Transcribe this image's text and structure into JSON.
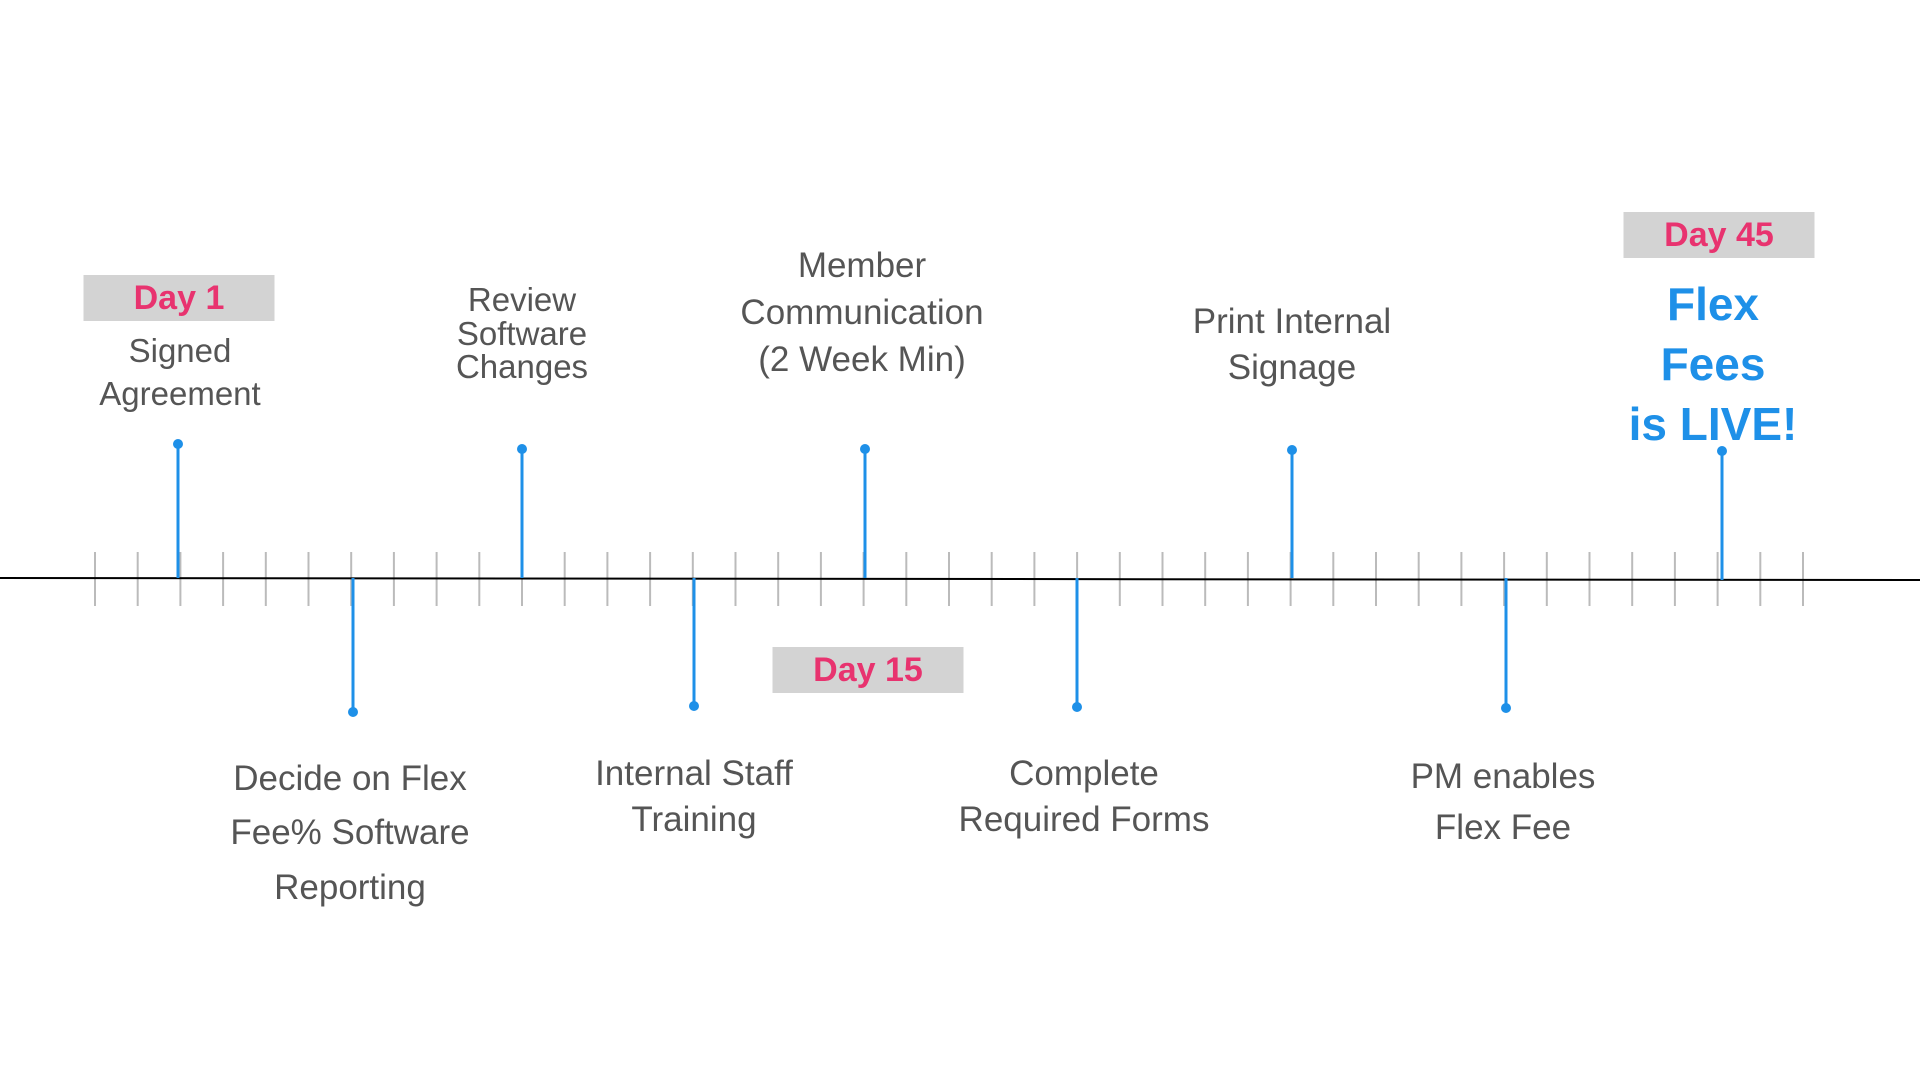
{
  "milestones_above": [
    {
      "label": "Signed\nAgreement"
    },
    {
      "label": "Review\nSoftware\nChanges"
    },
    {
      "label": "Member\nCommunication\n(2 Week Min)"
    },
    {
      "label": "Print Internal\nSignage"
    }
  ],
  "milestones_below": [
    {
      "label": "Decide on Flex\nFee% Software\nReporting"
    },
    {
      "label": "Internal Staff\nTraining"
    },
    {
      "label": "Complete\nRequired Forms"
    },
    {
      "label": "PM enables\nFlex Fee"
    }
  ],
  "badges": {
    "day1": "Day 1",
    "day15": "Day 15",
    "day45": "Day 45"
  },
  "final": {
    "label": "Flex Fees\nis LIVE!"
  },
  "colors": {
    "accent": "#1e90e8",
    "badge_text": "#e8336f",
    "badge_bg": "#d3d3d3",
    "label_text": "#555555",
    "axis": "#000000",
    "tick": "#bbbbbb"
  }
}
